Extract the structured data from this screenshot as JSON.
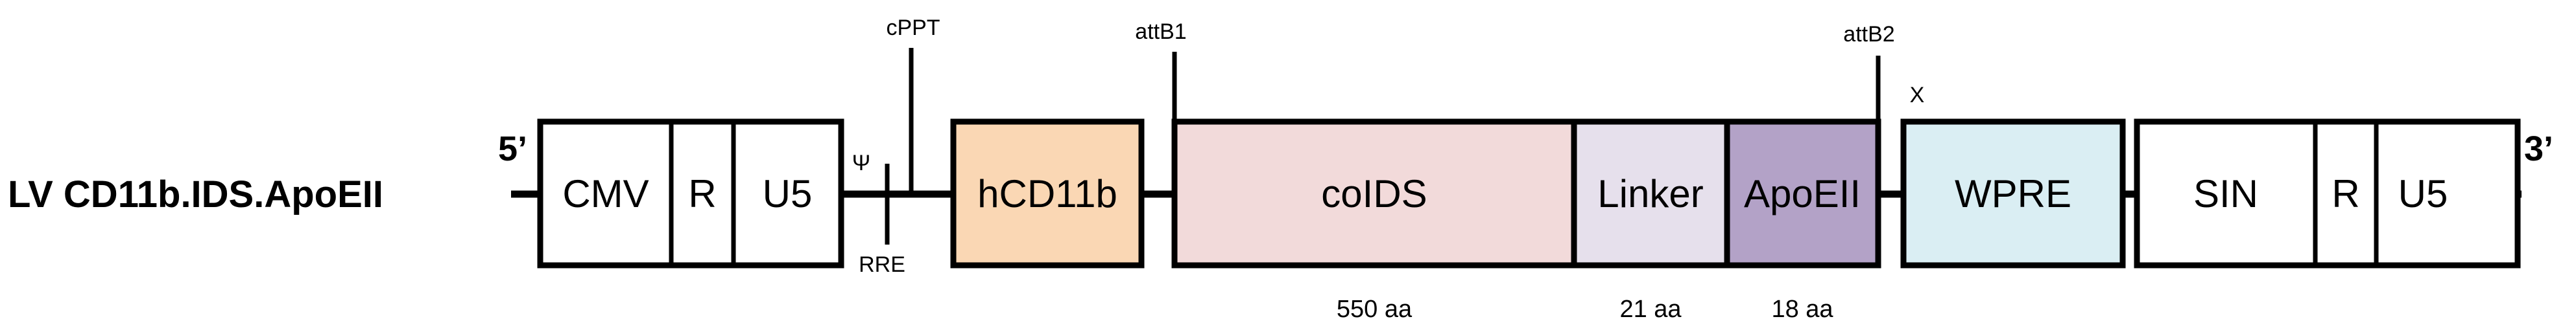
{
  "construct": {
    "name": "LV CD11b.IDS.ApoEII",
    "end5": "5’",
    "end3": "3’"
  },
  "elements": {
    "ltr5": {
      "cmv": "CMV",
      "r": "R",
      "u5": "U5"
    },
    "psi": "Ψ",
    "cppt": "cPPT",
    "rre": "RRE",
    "promoter": "hCD11b",
    "attb1": "attB1",
    "attb2": "attB2",
    "coids": "coIDS",
    "linker": "Linker",
    "apoeii": "ApoEII",
    "x_mark": "X",
    "wpre": "WPRE",
    "ltr3": {
      "sin": "SIN",
      "r": "R",
      "u5": "U5"
    }
  },
  "lengths": {
    "coids": "550 aa",
    "linker": "21 aa",
    "apoeii": "18 aa"
  },
  "colors": {
    "promoter": "#FAD7B4",
    "coids": "#F2DADA",
    "linker": "#E6E0EC",
    "apoeii": "#B3A2C7",
    "wpre": "#DAEEF3",
    "plain": "#FFFFFF"
  }
}
